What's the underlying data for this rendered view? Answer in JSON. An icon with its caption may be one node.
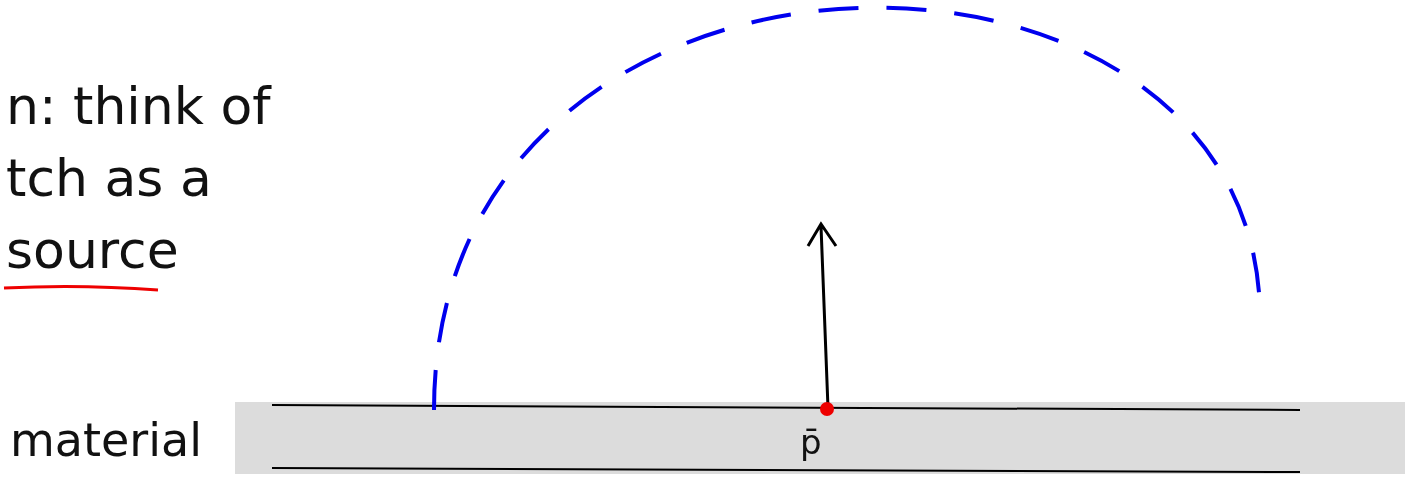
{
  "diagram": {
    "labels": [
      "n: think of tch as a source",
      "material",
      "p̄"
    ]
  }
}
